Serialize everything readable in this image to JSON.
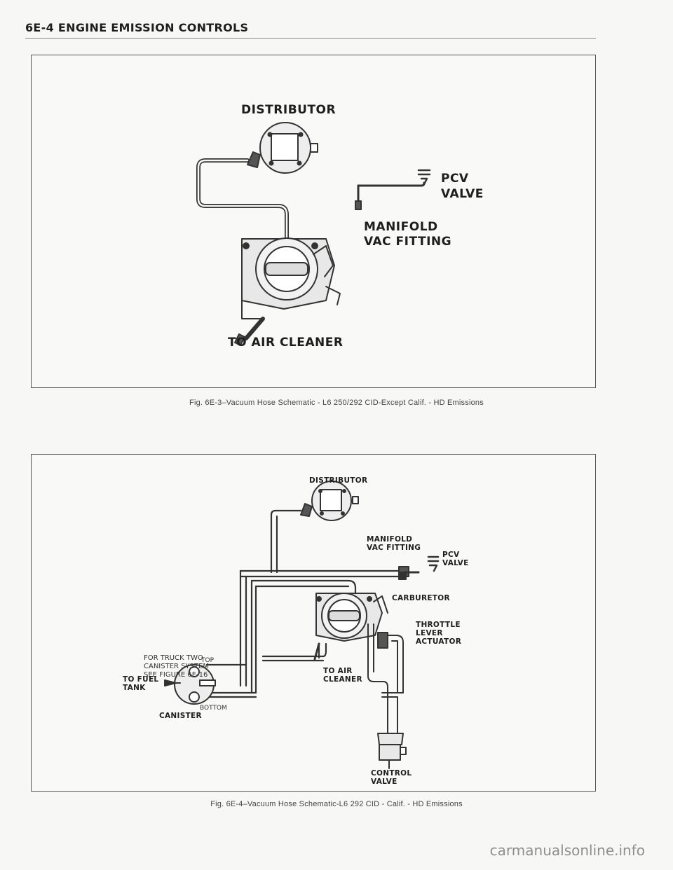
{
  "header": {
    "title": "6E-4 ENGINE EMISSION CONTROLS"
  },
  "figure1": {
    "labels": {
      "distributor": "DISTRIBUTOR",
      "pcv_line1": "PCV",
      "pcv_line2": "VALVE",
      "manifold_line1": "MANIFOLD",
      "manifold_line2": "VAC FITTING",
      "air_cleaner": "TO AIR CLEANER"
    },
    "caption": "Fig. 6E-3–Vacuum Hose Schematic - L6 250/292 CID-Except Calif. - HD Emissions"
  },
  "figure2": {
    "labels": {
      "distributor": "DISTRIBUTOR",
      "manifold_line1": "MANIFOLD",
      "manifold_line2": "VAC FITTING",
      "pcv_line1": "PCV",
      "pcv_line2": "VALVE",
      "carburetor": "CARBURETOR",
      "throttle_line1": "THROTTLE",
      "throttle_line2": "LEVER",
      "throttle_line3": "ACTUATOR",
      "truck_line1": "FOR TRUCK TWO",
      "truck_line2": "CANISTER SYSTEM",
      "truck_line3": "SEE FIGURE 6E-16",
      "top": "TOP",
      "fuel_line1": "TO FUEL",
      "fuel_line2": "TANK",
      "bottom": "BOTTOM",
      "canister": "CANISTER",
      "air_line1": "TO AIR",
      "air_line2": "CLEANER",
      "control_line1": "CONTROL",
      "control_line2": "VALVE"
    },
    "caption": "Fig. 6E-4–Vacuum Hose Schematic-L6 292 CID - Calif. - HD Emissions"
  },
  "watermark": "carmanualsonline.info"
}
